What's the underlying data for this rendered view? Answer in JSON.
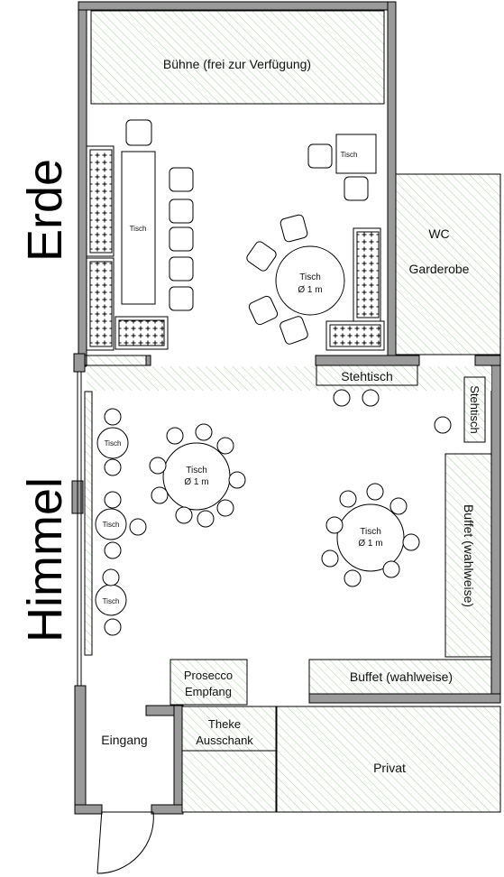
{
  "labels": {
    "stage": "Bühne (frei zur Verfügung)",
    "wc": "WC",
    "garderobe": "Garderobe",
    "table_small_1": "Tisch",
    "table_long": "Tisch",
    "round_top_1": "Tisch",
    "round_top_2": "Ø 1 m",
    "stehtisch_h": "Stehtisch",
    "stehtisch_v": "Stehtisch",
    "left_tisch_1": "Tisch",
    "left_tisch_2": "Tisch",
    "left_tisch_3": "Tisch",
    "round_mid_1": "Tisch",
    "round_mid_2": "Ø 1 m",
    "round_right_1": "Tisch",
    "round_right_2": "Ø 1 m",
    "buffet_v": "Buffet (wahlweise)",
    "buffet_h": "Buffet (wahlweise)",
    "prosecco_1": "Prosecco",
    "prosecco_2": "Empfang",
    "theke_1": "Theke",
    "theke_2": "Ausschank",
    "eingang": "Eingang",
    "privat": "Privat",
    "side_top": "Erde",
    "side_bottom": "Himmel"
  },
  "colors": {
    "wall": "#9a9a9a",
    "hatch": "#a8d0a0",
    "line": "#000000"
  }
}
